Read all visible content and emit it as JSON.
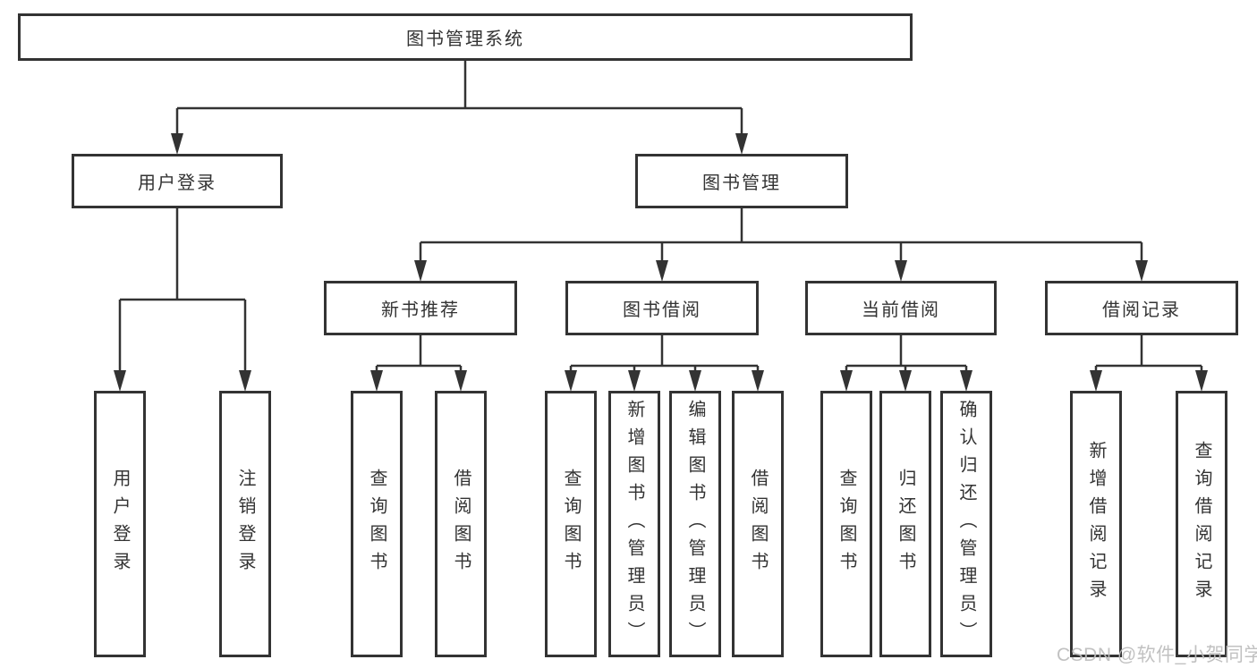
{
  "diagram": {
    "title": "图书管理系统",
    "nodes": {
      "root": "图书管理系统",
      "user_login": "用户登录",
      "book_mgmt": "图书管理",
      "new_book_rec": "新书推荐",
      "book_borrow": "图书借阅",
      "current_borrow": "当前借阅",
      "borrow_records": "借阅记录"
    },
    "leaves": {
      "user_login_leaf": "用户登录",
      "logout_leaf": "注销登录",
      "query_books_a": "查询图书",
      "borrow_books_a": "借阅图书",
      "query_books_b": "查询图书",
      "add_book_admin": "新增图书（管理员）",
      "edit_book_admin": "编辑图书（管理员）",
      "borrow_books_b": "借阅图书",
      "query_books_c": "查询图书",
      "return_book": "归还图书",
      "confirm_return_admin": "确认归还（管理员）",
      "add_borrow_record": "新增借阅记录",
      "query_borrow_record": "查询借阅记录"
    },
    "colors": {
      "line": "#333333",
      "text": "#333333",
      "box_background": "#ffffff",
      "watermark": "#bcbcbc"
    }
  },
  "watermark": "CSDN @软件_小贺同学"
}
